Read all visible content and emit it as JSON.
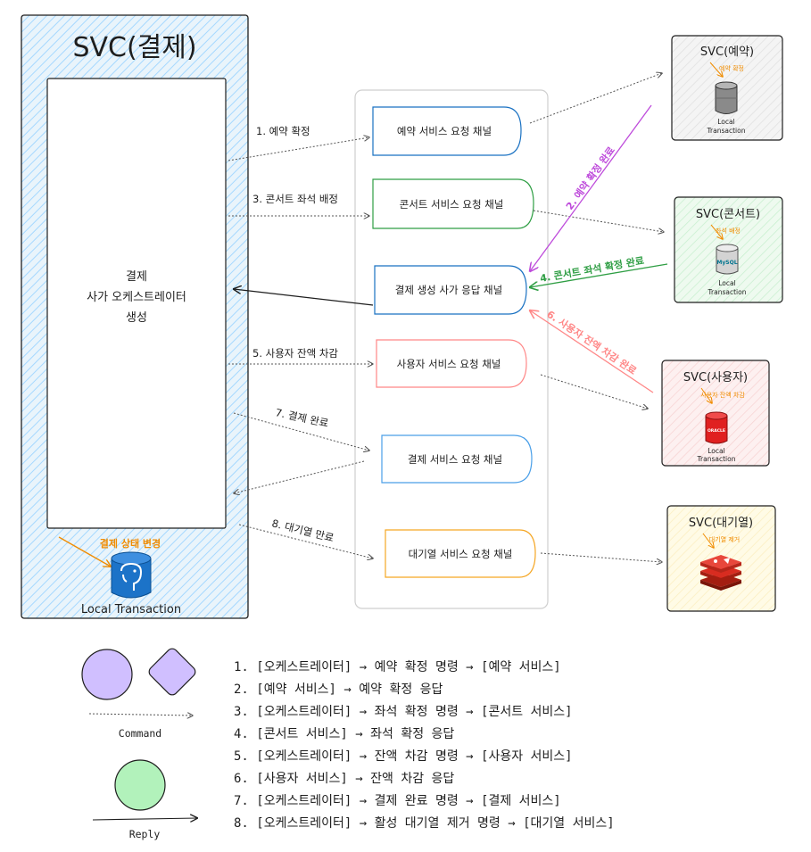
{
  "colors": {
    "orange": "#f08c00",
    "green": "#2f9e44",
    "purple": "#be4bdb",
    "red": "#ff8787",
    "blue": "#1971c2"
  },
  "payment": {
    "title": "SVC(결제)",
    "orchestrator_lines": [
      "결제",
      "사가 오케스트레이터",
      "생성"
    ],
    "db_annotation": "결제 상태 변경",
    "db_label": "Local Transaction",
    "db_icon": "postgresql-icon"
  },
  "channels": [
    {
      "label": "예약 서비스 요청 채널"
    },
    {
      "label": "콘서트 서비스 요청 채널"
    },
    {
      "label": "결제 생성 사가 응답 채널"
    },
    {
      "label": "사용자 서비스 요청 채널"
    },
    {
      "label": "결제 서비스 요청 채널"
    },
    {
      "label": "대기열 서비스 요청 채널"
    }
  ],
  "commands": [
    {
      "label": "1. 예약 확정"
    },
    {
      "label": "3. 콘서트 좌석 배정"
    },
    {
      "label": "5. 사용자 잔액 차감"
    },
    {
      "label": "7. 결제 완료"
    },
    {
      "label": "8. 대기열 만료"
    }
  ],
  "replies": [
    {
      "label": "2. 예약 확정 완료"
    },
    {
      "label": "4. 콘서트 좌석 확정 완료"
    },
    {
      "label": "6. 사용자 잔액 차감 완료"
    }
  ],
  "services": [
    {
      "title": "SVC(예약)",
      "annotation": "예약 확정",
      "db_lines": [
        "Local",
        "Transaction"
      ],
      "db_icon": "database-icon"
    },
    {
      "title": "SVC(콘서트)",
      "annotation": "좌석 배정",
      "db_lines": [
        "Local",
        "Transaction"
      ],
      "db_icon": "mysql-icon",
      "db_logo_text": "MySQL"
    },
    {
      "title": "SVC(사용자)",
      "annotation": "사용자 잔액 차감",
      "db_lines": [
        "Local",
        "Transaction"
      ],
      "db_icon": "oracle-icon",
      "db_logo_text": "ORACLE"
    },
    {
      "title": "SVC(대기열)",
      "annotation": "대기열 제거",
      "db_lines": [],
      "db_icon": "redis-icon"
    }
  ],
  "legend": {
    "command_label": "Command",
    "reply_label": "Reply",
    "steps": [
      "1. [오케스트레이터] → 예약 확정 명령 → [예약 서비스]",
      "2. [예약 서비스] → 예약 확정 응답",
      "3. [오케스트레이터] → 좌석 확정 명령 → [콘서트 서비스]",
      "4. [콘서트 서비스] → 좌석 확정 응답",
      "5. [오케스트레이터] → 잔액 차감 명령 → [사용자 서비스]",
      "6. [사용자 서비스] → 잔액 차감 응답",
      "7. [오케스트레이터] → 결제 완료 명령 → [결제 서비스]",
      "8. [오케스트레이터] → 활성 대기열 제거 명령 → [대기열 서비스]"
    ]
  }
}
